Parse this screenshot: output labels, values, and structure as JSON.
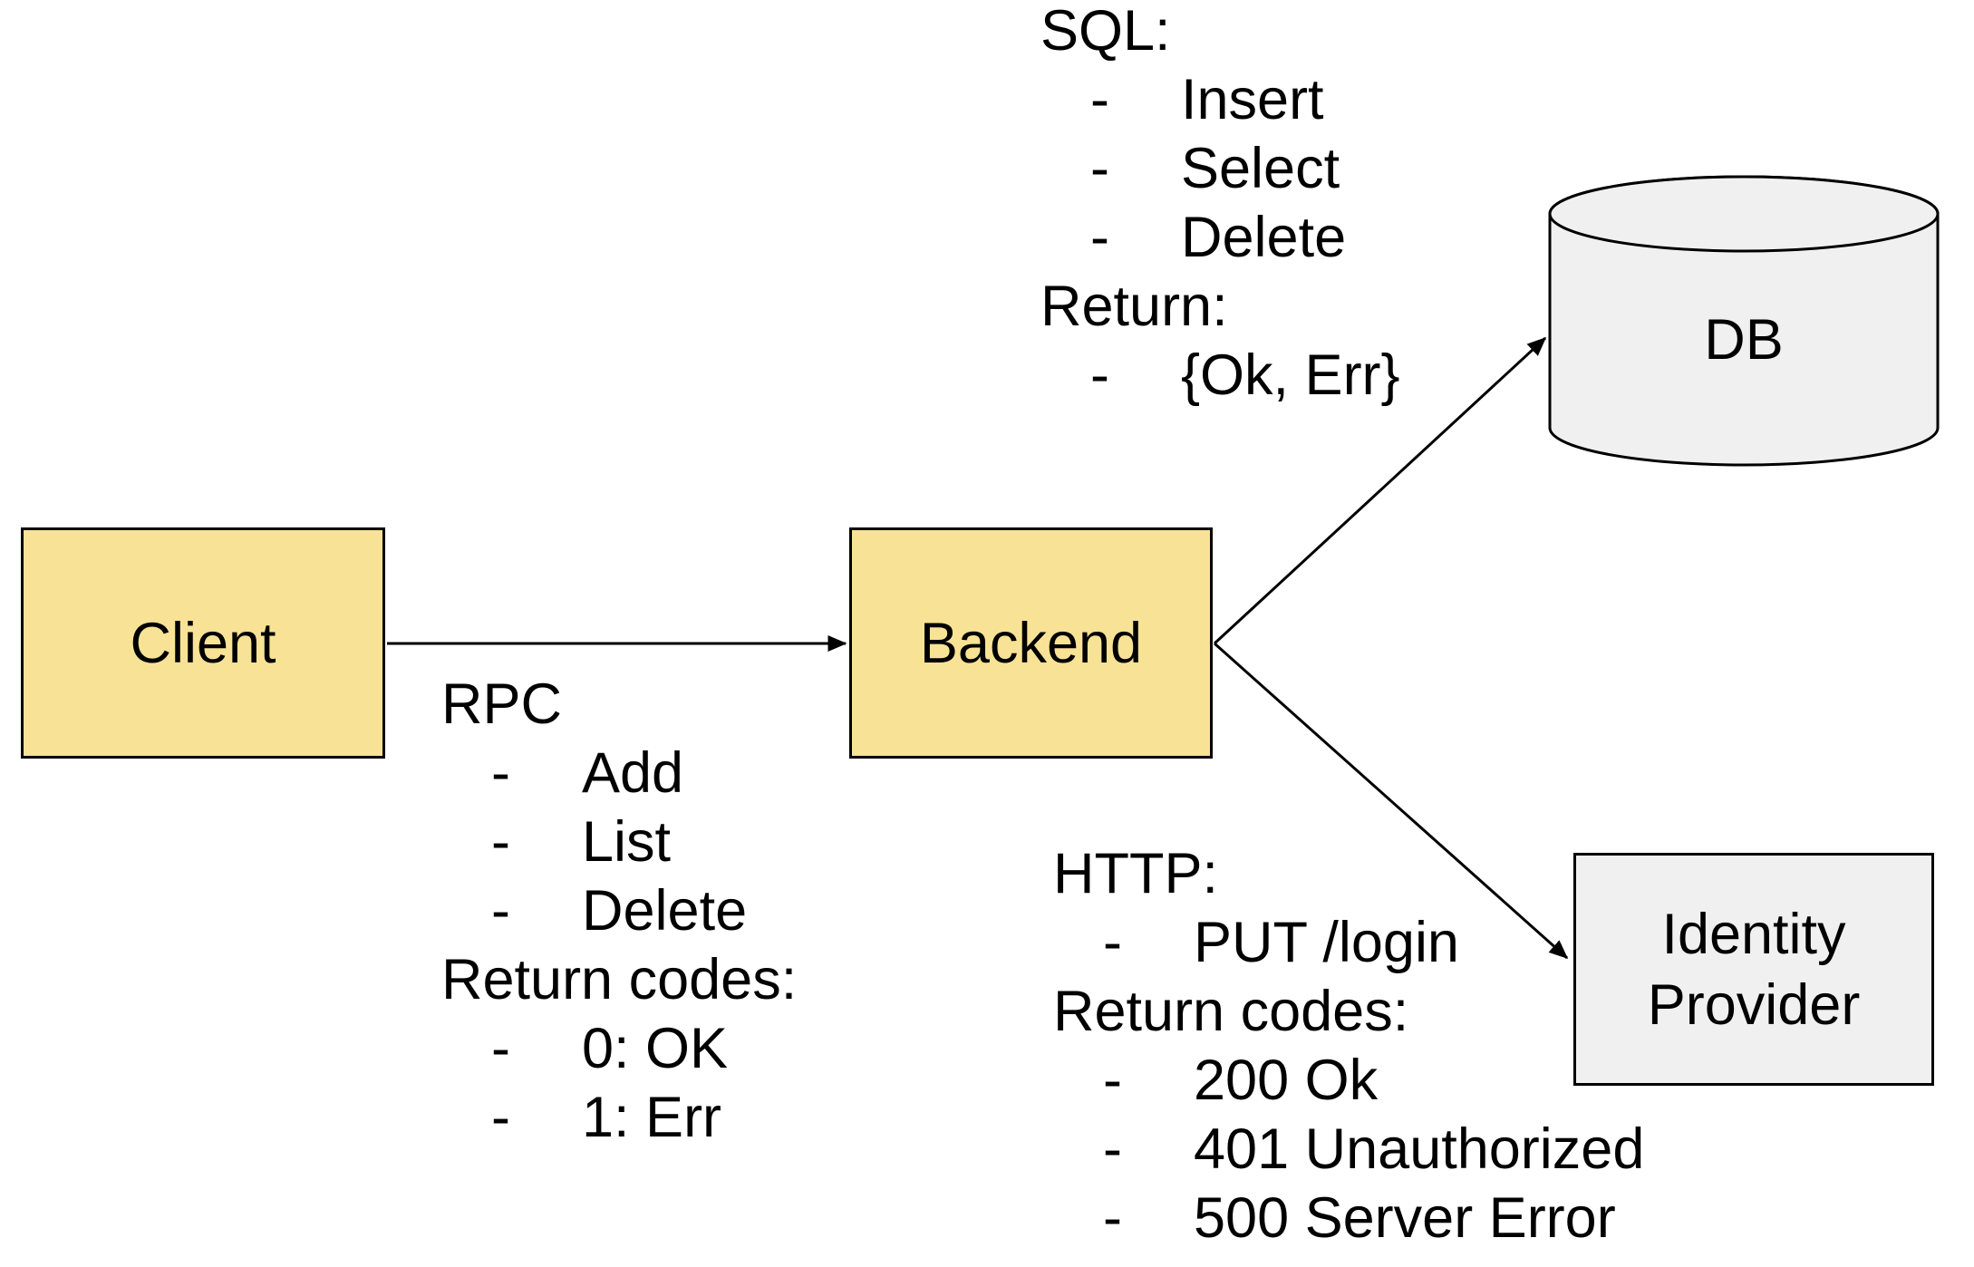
{
  "diagram": {
    "bullet_char": "-",
    "colors": {
      "node_yellow": "#f8e295",
      "node_gray": "#f0f0f0",
      "stroke": "#000000",
      "text": "#000000",
      "background": "#ffffff"
    },
    "nodes": {
      "client": {
        "label": "Client",
        "shape": "rect",
        "fill": "#f8e295"
      },
      "backend": {
        "label": "Backend",
        "shape": "rect",
        "fill": "#f8e295"
      },
      "db": {
        "label": "DB",
        "shape": "cylinder",
        "fill": "#f0f0f0"
      },
      "idp": {
        "label": "Identity Provider",
        "shape": "rect",
        "fill": "#f0f0f0"
      }
    },
    "edges": [
      {
        "from": "client",
        "to": "backend",
        "annotation": "rpc"
      },
      {
        "from": "backend",
        "to": "db",
        "annotation": "sql"
      },
      {
        "from": "backend",
        "to": "idp",
        "annotation": "http"
      }
    ],
    "annotations": {
      "rpc": {
        "lines": [
          {
            "text": "RPC",
            "bullet": false
          },
          {
            "text": "Add",
            "bullet": true
          },
          {
            "text": "List",
            "bullet": true
          },
          {
            "text": "Delete",
            "bullet": true
          },
          {
            "text": "Return codes:",
            "bullet": false
          },
          {
            "text": "0: OK",
            "bullet": true
          },
          {
            "text": "1: Err",
            "bullet": true
          }
        ]
      },
      "sql": {
        "lines": [
          {
            "text": "SQL:",
            "bullet": false
          },
          {
            "text": "Insert",
            "bullet": true
          },
          {
            "text": "Select",
            "bullet": true
          },
          {
            "text": "Delete",
            "bullet": true
          },
          {
            "text": "Return:",
            "bullet": false
          },
          {
            "text": "{Ok, Err}",
            "bullet": true
          }
        ]
      },
      "http": {
        "lines": [
          {
            "text": "HTTP:",
            "bullet": false
          },
          {
            "text": "PUT /login",
            "bullet": true
          },
          {
            "text": "Return codes:",
            "bullet": false
          },
          {
            "text": "200 Ok",
            "bullet": true
          },
          {
            "text": "401 Unauthorized",
            "bullet": true
          },
          {
            "text": "500 Server Error",
            "bullet": true
          }
        ]
      }
    }
  }
}
